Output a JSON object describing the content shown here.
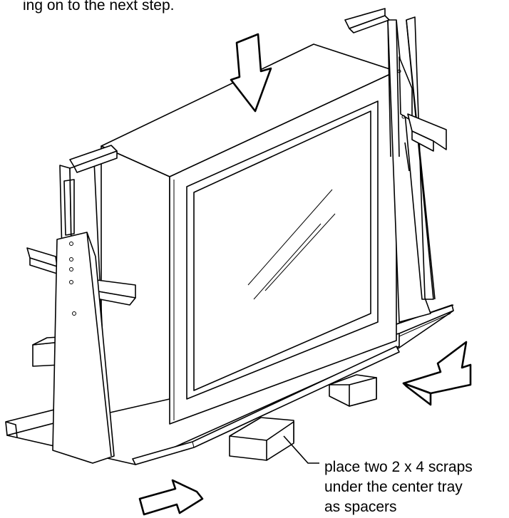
{
  "instruction_fragment": "ing on to the next step.",
  "callout": {
    "line1": "place two 2 x 4 scraps",
    "line2": "under the center tray",
    "line3": "as spacers"
  }
}
